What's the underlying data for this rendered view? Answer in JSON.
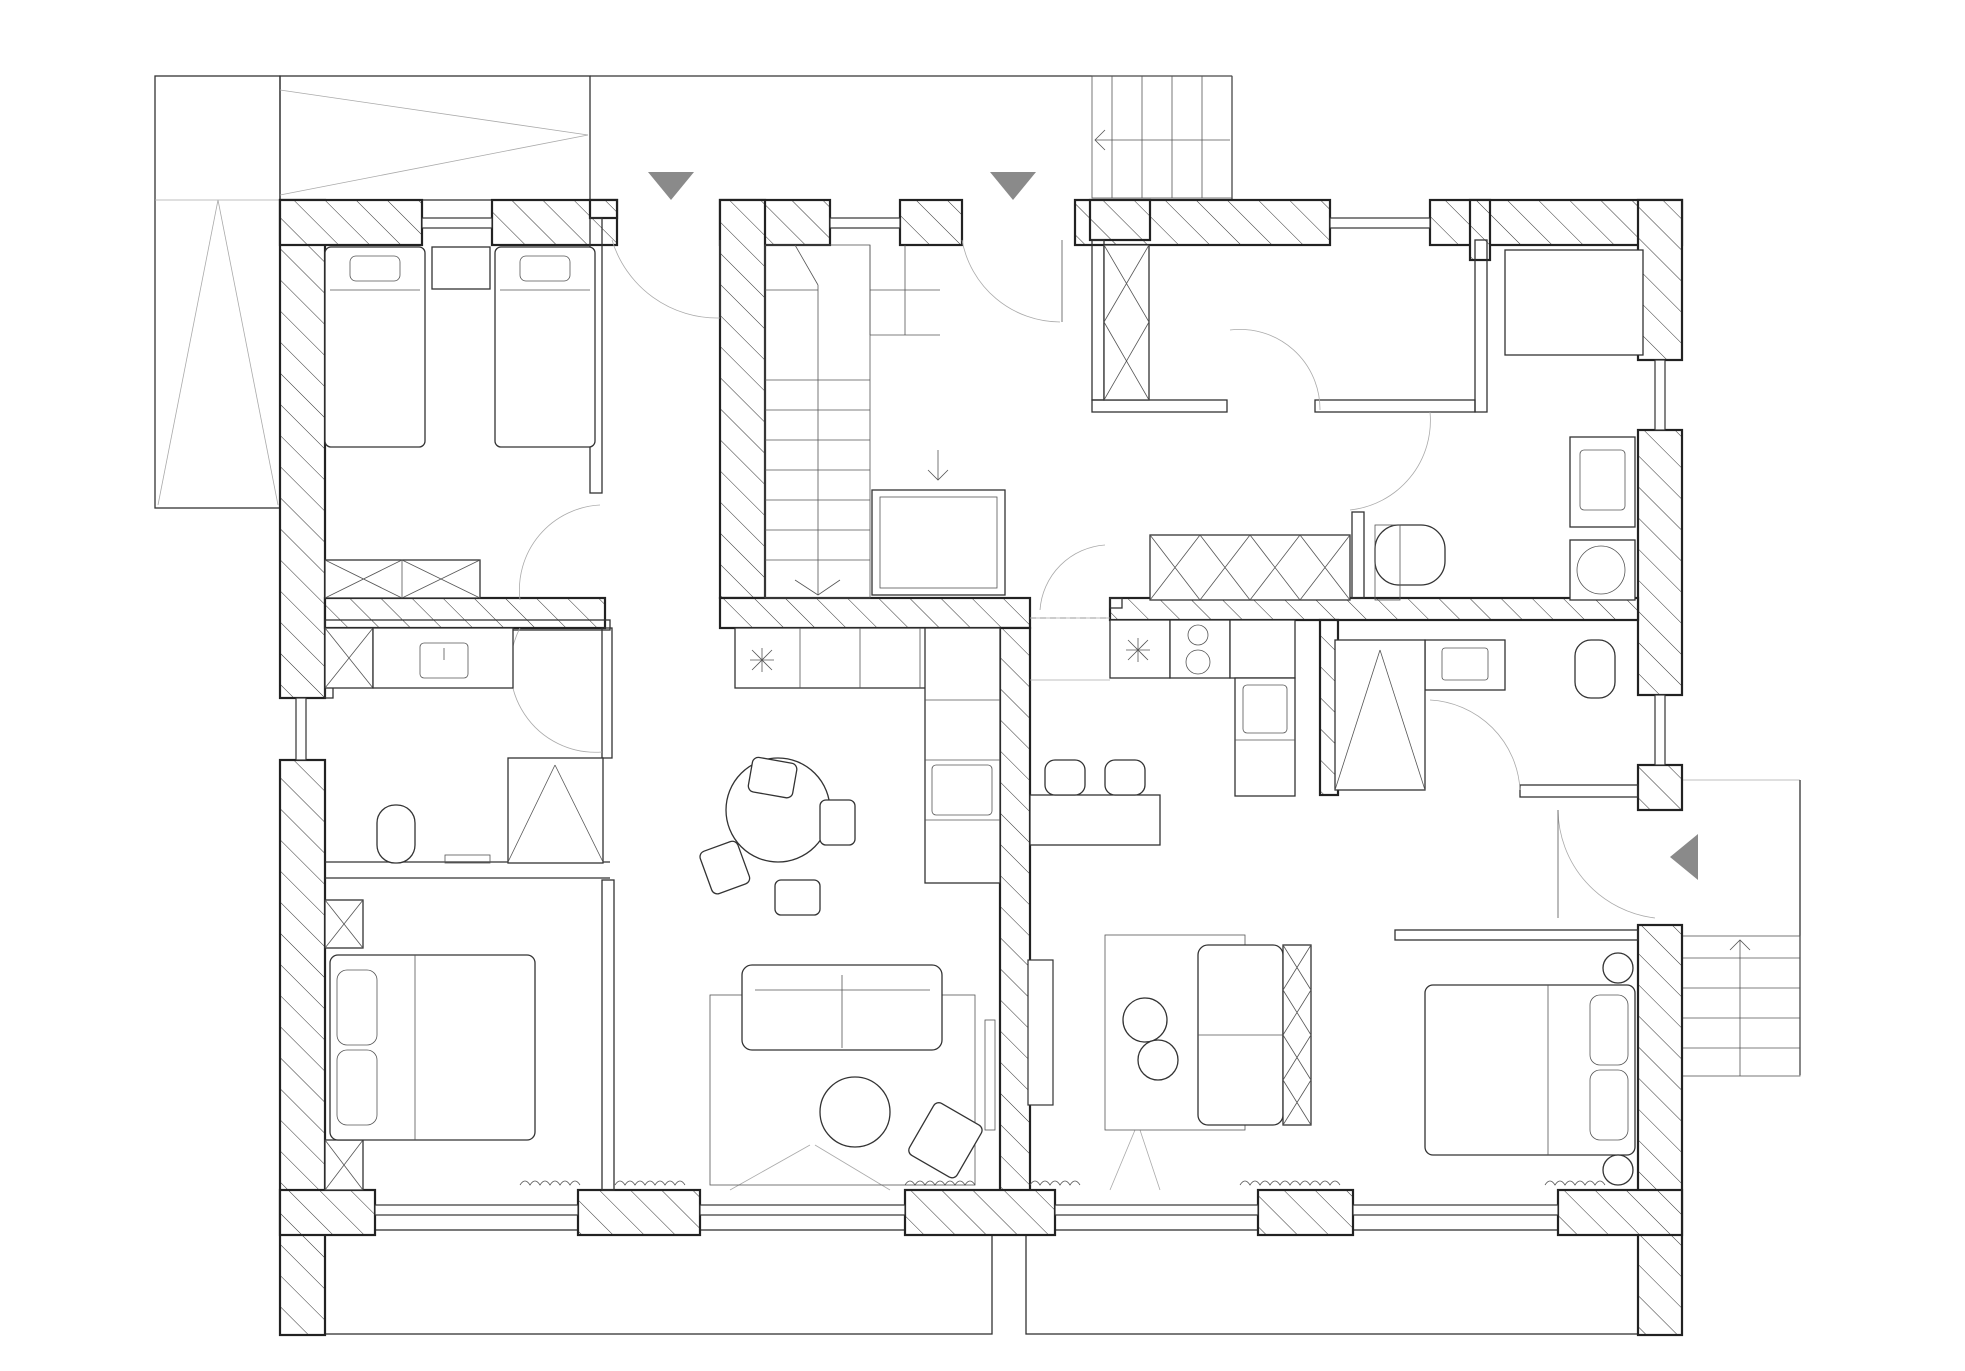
{
  "plan": {
    "entrance_markers": [
      "entrance-arrow-top-left",
      "entrance-arrow-top-right",
      "entrance-arrow-right"
    ],
    "colors": {
      "line": "#222222",
      "hatch": "#333333",
      "marker": "#8a8a8a",
      "background": "#ffffff"
    }
  }
}
